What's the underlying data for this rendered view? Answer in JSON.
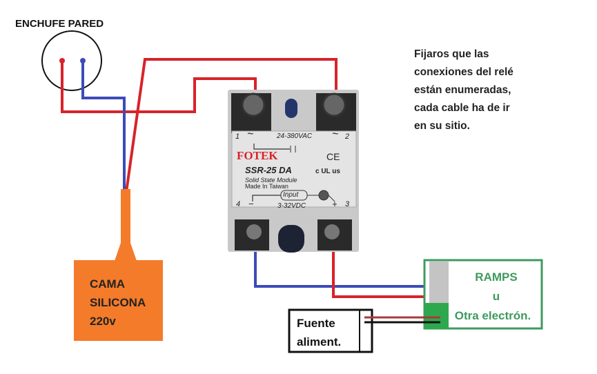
{
  "title": "ENCHUFE PARED",
  "note": [
    "Fijaros que las",
    "conexiones del relé",
    "están enumeradas,",
    "cada cable ha de ir",
    "en su sitio."
  ],
  "heater": [
    "CAMA",
    "SILICONA",
    "220v"
  ],
  "controller": [
    "RAMPS",
    "u",
    "Otra electrón."
  ],
  "power_supply": [
    "Fuente",
    "aliment."
  ],
  "relay": {
    "brand": "FOTEK",
    "model": "SSR-25 DA",
    "line1": "Solid State Module",
    "line2": "Made In Taiwan",
    "ac_range": "24-380VAC",
    "dc_range": "3-32VDC",
    "input_label": "Input",
    "ce": "CE",
    "ul": "c UL us",
    "pin1": "1",
    "pin2": "2",
    "pin3": "3",
    "pin4": "4",
    "tilde": "~",
    "minus": "−",
    "plus": "+"
  },
  "colors": {
    "red": "#d8232a",
    "blue": "#3d4bb8",
    "orange": "#f47b2a",
    "green": "#3e9a5e"
  }
}
